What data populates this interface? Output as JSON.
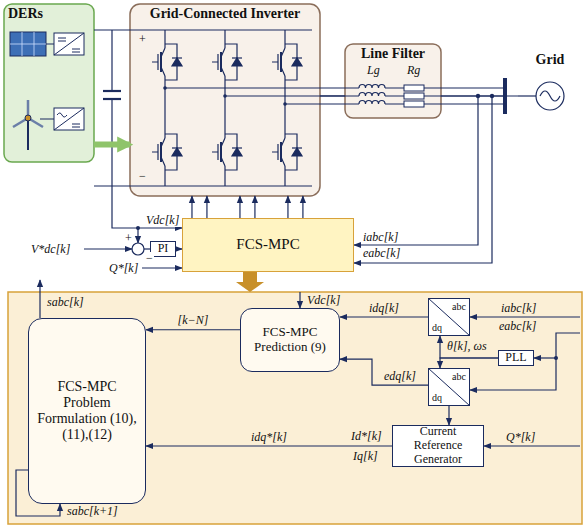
{
  "diagram": {
    "nodes": [
      {
        "text": [
          "DERs"
        ]
      },
      {
        "text": [
          "Grid-Connected Inverter"
        ]
      },
      {
        "text": [
          "Line Filter"
        ]
      },
      {
        "text": [
          "Grid"
        ]
      },
      {
        "text": [
          "PI"
        ]
      },
      {
        "text": [
          "FCS-MPC"
        ]
      },
      {
        "text": [
          "FCS-MPC Problem Formulation (10),(11),(12)"
        ]
      },
      {
        "text": [
          "FCS-MPC Prediction (9)"
        ]
      },
      {
        "text": [
          "abc",
          "dq"
        ]
      },
      {
        "text": [
          "abc",
          "dq"
        ]
      },
      {
        "text": [
          "PLL"
        ]
      },
      {
        "text": [
          "Current Reference Generator"
        ]
      }
    ],
    "edges": [
      {
        "from": 0,
        "to": 1,
        "arrow": "to"
      },
      {
        "from": 1,
        "to": 2,
        "arrow": "none"
      },
      {
        "from": 2,
        "to": 3,
        "arrow": "none"
      },
      {
        "from": 4,
        "to": 5,
        "arrow": "to"
      },
      {
        "from": 5,
        "to": 1,
        "arrow": "to"
      },
      {
        "from": 5,
        "to": 1,
        "arrow": "to"
      },
      {
        "from": 5,
        "to": 1,
        "arrow": "to"
      },
      {
        "from": 5,
        "to": 1,
        "arrow": "to"
      },
      {
        "from": 5,
        "to": 1,
        "arrow": "to"
      },
      {
        "from": 5,
        "to": 1,
        "arrow": "to"
      },
      {
        "from": 7,
        "to": 6,
        "arrow": "to",
        "label": "[k−N]"
      },
      {
        "from": 8,
        "to": 7,
        "arrow": "to",
        "label": "idq[k]"
      },
      {
        "from": 9,
        "to": 7,
        "arrow": "to",
        "label": "edq[k]"
      },
      {
        "from": 9,
        "to": 11,
        "arrow": "to"
      },
      {
        "from": 10,
        "to": 8,
        "arrow": "to"
      },
      {
        "from": 10,
        "to": 9,
        "arrow": "to"
      },
      {
        "from": 11,
        "to": 6,
        "arrow": "to",
        "label": "idq*[k]"
      }
    ],
    "labels": [
      "V*dc[k]",
      "+",
      "−",
      "Vdc[k]",
      "Q*[k]",
      "iabc[k]",
      "eabc[k]",
      "+",
      "−",
      "Lg",
      "Rg",
      "Vdc[k]",
      "θ[k], ωs",
      "iabc[k]",
      "eabc[k]",
      "Id*[k]",
      "Iq[k]",
      "Q*[k]",
      "sabc[k]",
      "sabc[k+1]"
    ]
  }
}
